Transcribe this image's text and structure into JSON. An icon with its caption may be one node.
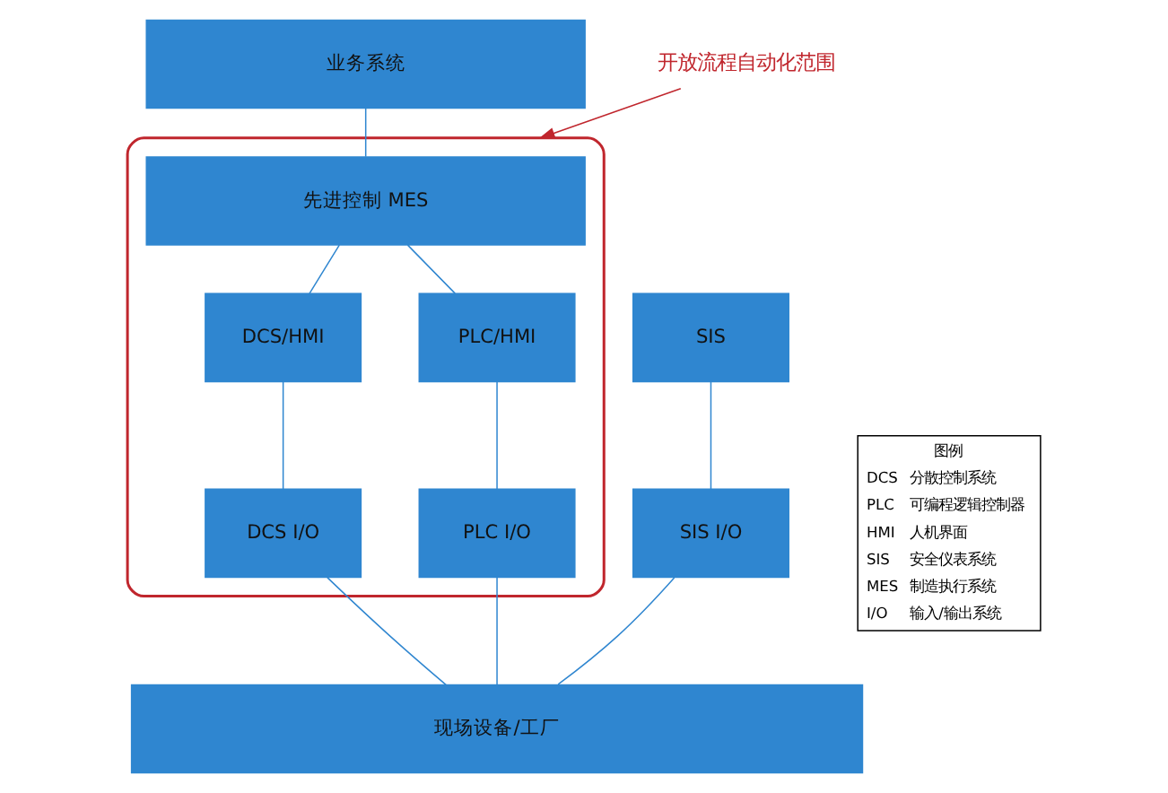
{
  "diagram": {
    "nodes": [
      {
        "text": [
          "业务系统"
        ]
      },
      {
        "text": [
          "开放流程自动化范围"
        ]
      },
      {
        "text": [],
        "shape": "box"
      },
      {
        "text": [
          "先进控制 MES"
        ],
        "in": 2
      },
      {
        "text": [
          "DCS/HMI"
        ],
        "in": 2
      },
      {
        "text": [
          "PLC/HMI"
        ],
        "in": 2
      },
      {
        "text": [
          "DCS I/O"
        ],
        "in": 2
      },
      {
        "text": [
          "PLC I/O"
        ],
        "in": 2
      },
      {
        "text": [
          "SIS"
        ]
      },
      {
        "text": [
          "SIS I/O"
        ]
      },
      {
        "text": [
          "现场设备/工厂"
        ]
      }
    ],
    "edges": [
      {
        "from": 1,
        "to": 2,
        "arrow": "to",
        "color": "#c0262d"
      },
      {
        "from": 0,
        "to": 3,
        "arrow": "none"
      },
      {
        "from": 3,
        "to": 4,
        "arrow": "none"
      },
      {
        "from": 3,
        "to": 5,
        "arrow": "none"
      },
      {
        "from": 4,
        "to": 6,
        "arrow": "none"
      },
      {
        "from": 5,
        "to": 7,
        "arrow": "none"
      },
      {
        "from": 8,
        "to": 9,
        "arrow": "none"
      },
      {
        "from": 6,
        "to": 10,
        "arrow": "none"
      },
      {
        "from": 7,
        "to": 10,
        "arrow": "none"
      },
      {
        "from": 9,
        "to": 10,
        "arrow": "none"
      }
    ],
    "labels": [
      "图例",
      "DCS",
      "分散控制系统",
      "PLC",
      "可编程逻辑控制器",
      "HMI",
      "人机界面",
      "SIS",
      "安全仪表系统",
      "MES",
      "制造执行系统",
      "I/O",
      "输入/输出系统"
    ]
  }
}
